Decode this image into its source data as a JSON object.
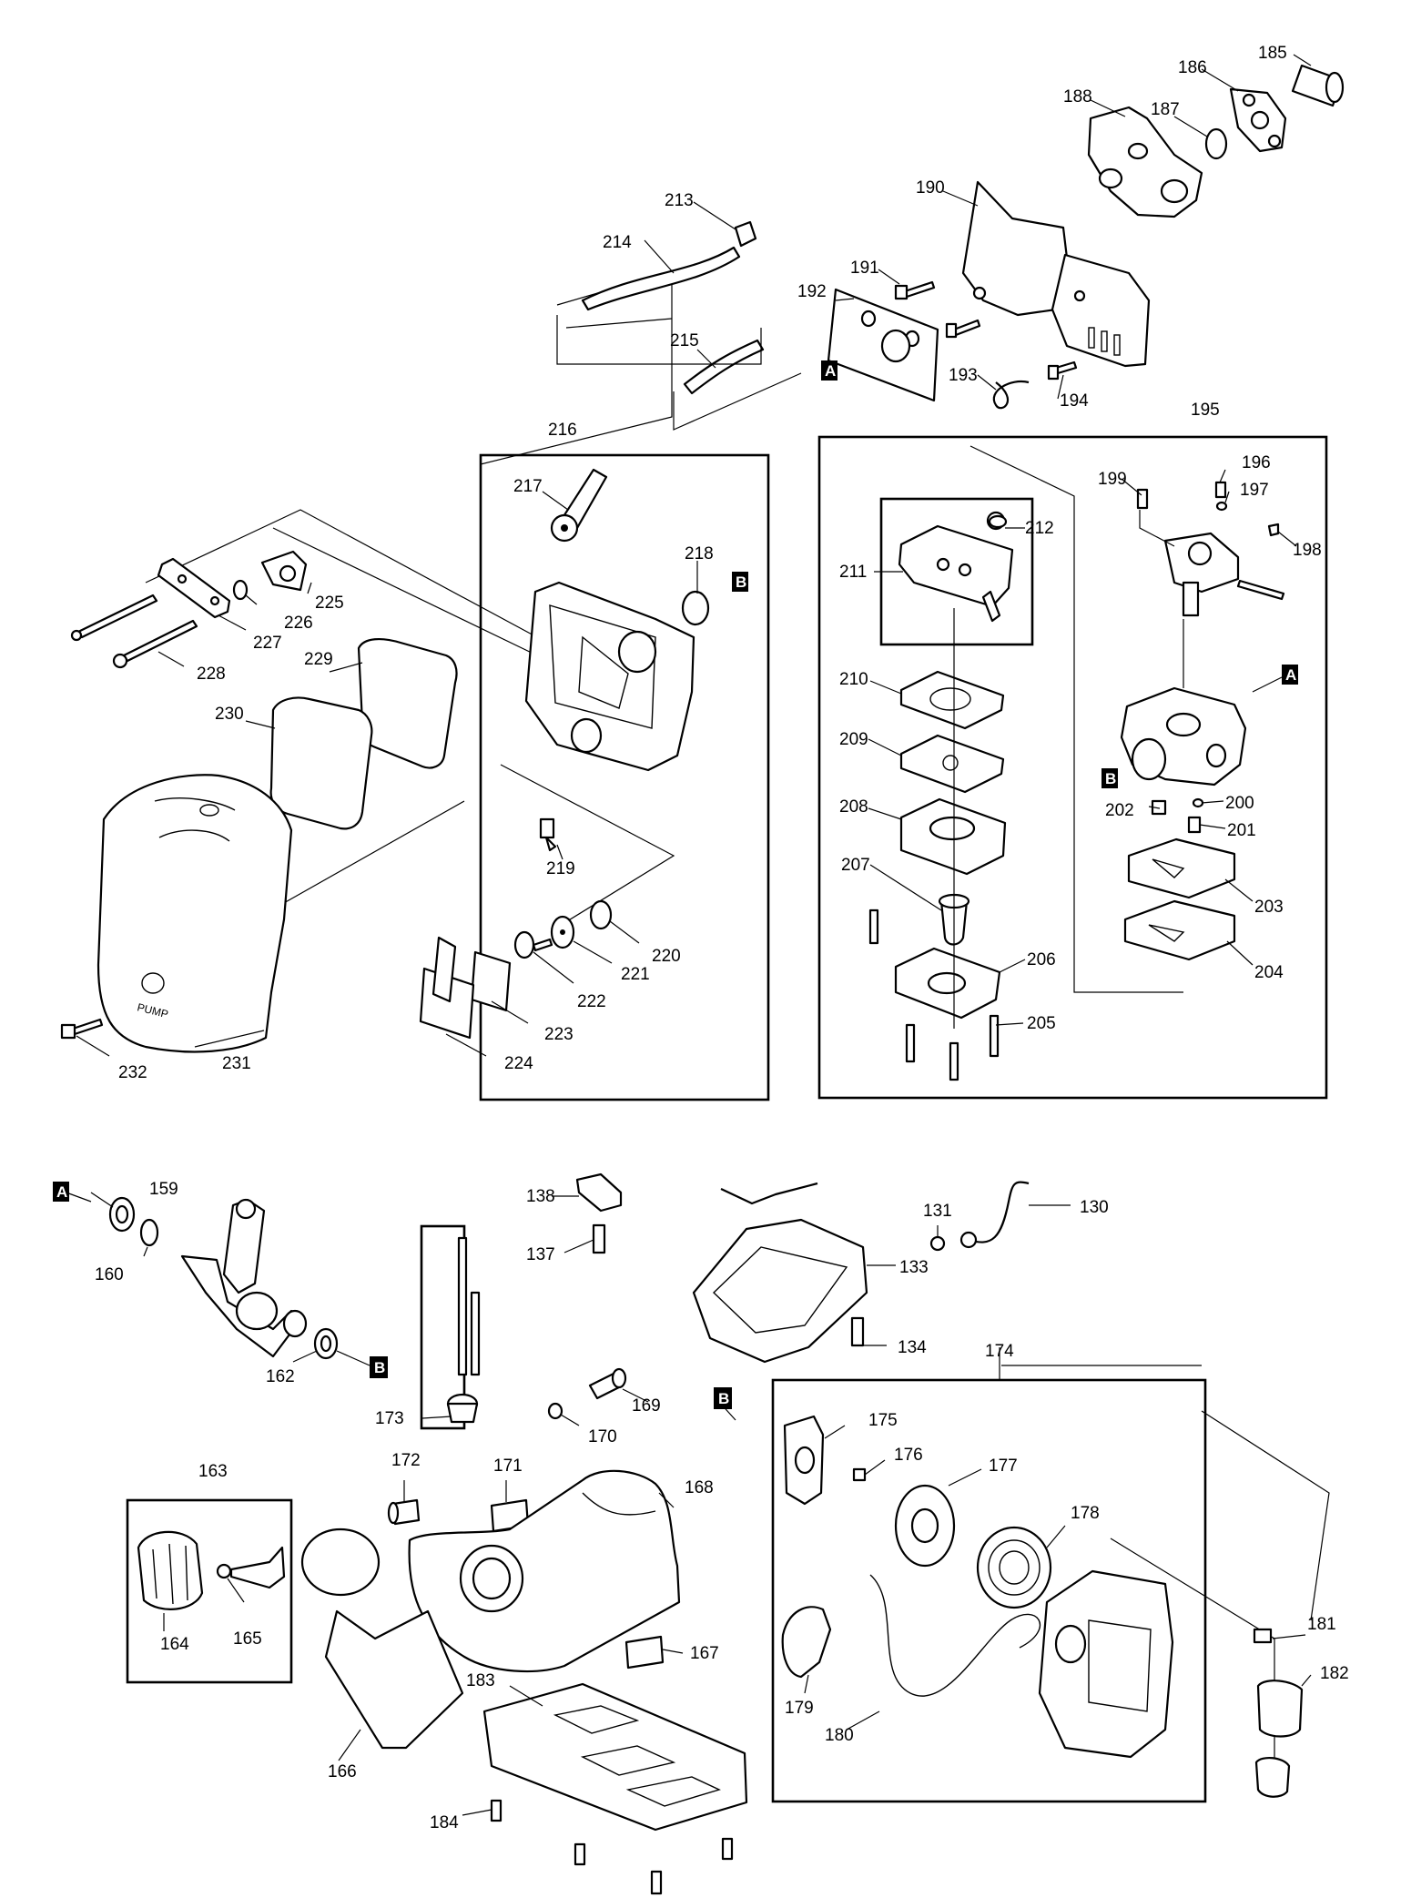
{
  "part_numbers": {
    "p130": "130",
    "p131": "131",
    "p133": "133",
    "p134": "134",
    "p137": "137",
    "p138": "138",
    "p159": "159",
    "p160": "160",
    "p162": "162",
    "p163": "163",
    "p164": "164",
    "p165": "165",
    "p166": "166",
    "p167": "167",
    "p168": "168",
    "p169": "169",
    "p170": "170",
    "p171": "171",
    "p172": "172",
    "p173": "173",
    "p174": "174",
    "p175": "175",
    "p176": "176",
    "p177": "177",
    "p178": "178",
    "p179": "179",
    "p180": "180",
    "p181": "181",
    "p182": "182",
    "p183": "183",
    "p184": "184",
    "p185": "185",
    "p186": "186",
    "p187": "187",
    "p188": "188",
    "p190": "190",
    "p191": "191",
    "p192": "192",
    "p193": "193",
    "p194": "194",
    "p195": "195",
    "p196": "196",
    "p197": "197",
    "p198": "198",
    "p199": "199",
    "p200": "200",
    "p201": "201",
    "p202": "202",
    "p203": "203",
    "p204": "204",
    "p205": "205",
    "p206": "206",
    "p207": "207",
    "p208": "208",
    "p209": "209",
    "p210": "210",
    "p211": "211",
    "p212": "212",
    "p213": "213",
    "p214": "214",
    "p215": "215",
    "p216": "216",
    "p217": "217",
    "p218": "218",
    "p219": "219",
    "p220": "220",
    "p221": "221",
    "p222": "222",
    "p223": "223",
    "p224": "224",
    "p225": "225",
    "p226": "226",
    "p227": "227",
    "p228": "228",
    "p229": "229",
    "p230": "230",
    "p231": "231",
    "p232": "232"
  },
  "reference_markers": {
    "a": "A",
    "b": "B"
  },
  "cover_print": {
    "pump": "PUMP"
  }
}
